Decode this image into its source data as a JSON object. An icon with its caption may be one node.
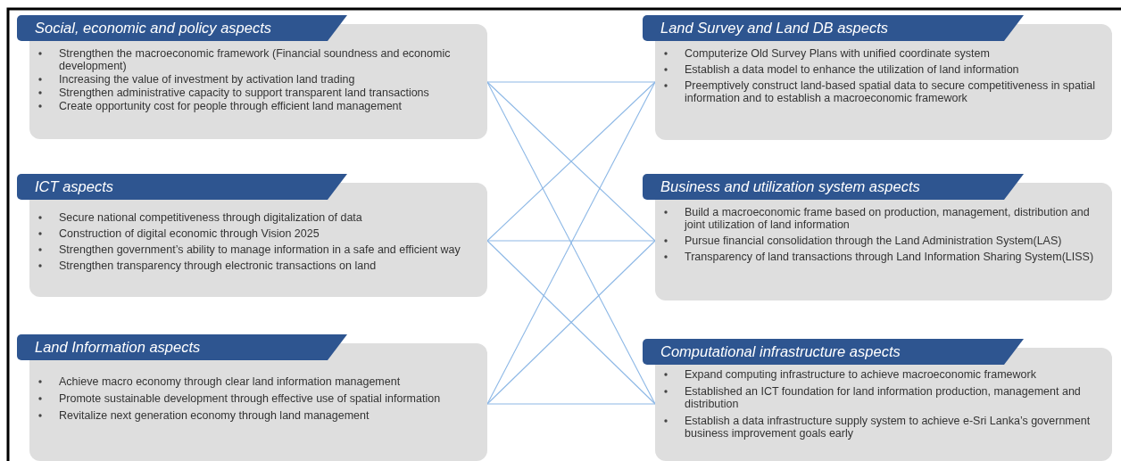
{
  "diagram": {
    "nodes": [
      {
        "text": [
          "Social, economic and policy aspects",
          "Strengthen the macroeconomic framework (Financial soundness and economic development)",
          "Increasing the value of investment by activation land trading",
          "Strengthen administrative capacity to support transparent land transactions",
          "Create opportunity cost for people through efficient land management"
        ]
      },
      {
        "text": [
          "Land Survey and Land DB aspects",
          "Computerize Old Survey Plans with unified coordinate system",
          "Establish a data model to enhance the  utilization of land information",
          "Preemptively construct land-based spatial data to secure competitiveness in spatial information and to establish a macroeconomic framework"
        ]
      },
      {
        "text": [
          "ICT aspects",
          "Secure national competitiveness through digitalization of data",
          "Construction of digital economic through Vision 2025",
          "Strengthen government’s ability to manage information in a safe and efficient way",
          "Strengthen transparency through electronic transactions on land"
        ]
      },
      {
        "text": [
          "Business and utilization system aspects",
          "Build a macroeconomic frame based on production, management, distribution and joint utilization of land information",
          "Pursue financial consolidation through the Land Administration System(LAS)",
          "Transparency of land transactions through Land Information Sharing System(LISS)"
        ]
      },
      {
        "text": [
          "Land Information aspects",
          "Achieve macro economy through clear land information management",
          "Promote sustainable development through effective use of spatial information",
          "Revitalize next generation economy through land management"
        ]
      },
      {
        "text": [
          "Computational infrastructure aspects",
          "Expand computing infrastructure to achieve macroeconomic framework",
          "Established an ICT foundation for land information production, management and distribution",
          "Establish a data infrastructure supply system to achieve e-Sri Lanka’s government business improvement goals early"
        ]
      }
    ],
    "edges": [
      {
        "from": 0,
        "to": 1,
        "arrow": "none"
      },
      {
        "from": 0,
        "to": 3,
        "arrow": "none"
      },
      {
        "from": 0,
        "to": 5,
        "arrow": "none"
      },
      {
        "from": 2,
        "to": 1,
        "arrow": "none"
      },
      {
        "from": 2,
        "to": 3,
        "arrow": "none"
      },
      {
        "from": 2,
        "to": 5,
        "arrow": "none"
      },
      {
        "from": 4,
        "to": 1,
        "arrow": "none"
      },
      {
        "from": 4,
        "to": 3,
        "arrow": "none"
      },
      {
        "from": 4,
        "to": 5,
        "arrow": "none"
      }
    ]
  }
}
